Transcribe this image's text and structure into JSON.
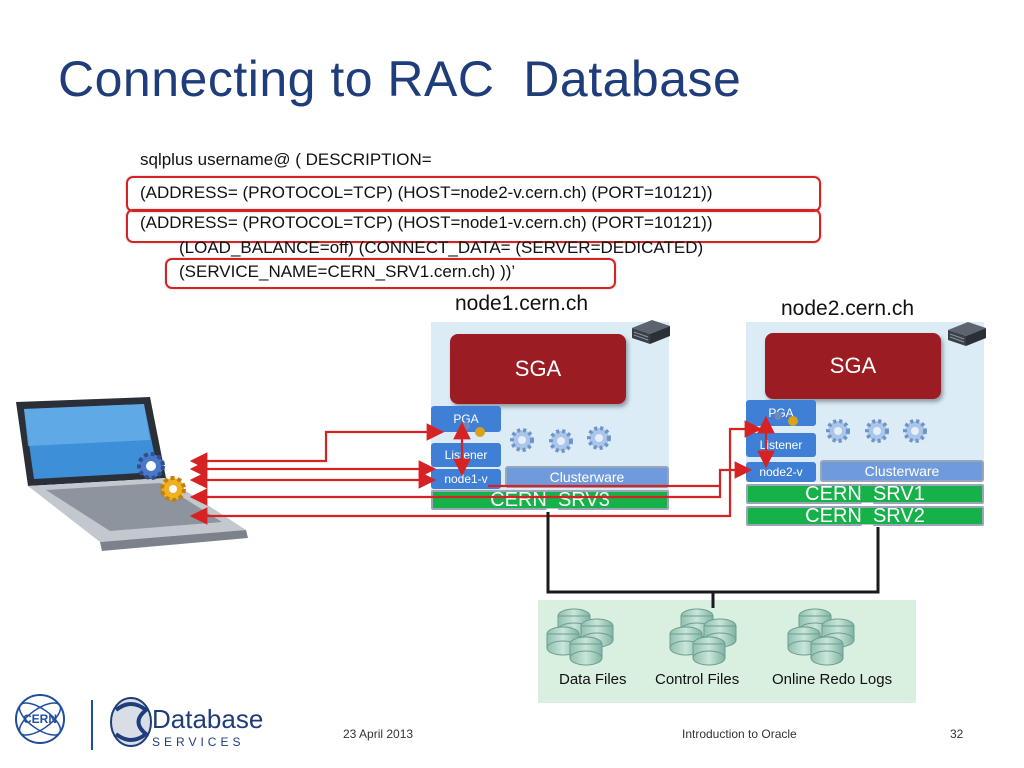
{
  "title": "Connecting to RAC  Database",
  "connect_string": {
    "line1": "sqlplus username@ ( DESCRIPTION=",
    "line2": "(ADDRESS= (PROTOCOL=TCP) (HOST=node2-v.cern.ch) (PORT=10121))",
    "line3": "(ADDRESS= (PROTOCOL=TCP) (HOST=node1-v.cern.ch) (PORT=10121))",
    "line4": "(LOAD_BALANCE=off) (CONNECT_DATA= (SERVER=DEDICATED)",
    "line5": "(SERVICE_NAME=CERN_SRV1.cern.ch) ))’"
  },
  "node1": {
    "name": "node1.cern.ch",
    "sga": "SGA",
    "pga": "PGA",
    "listener": "Listener",
    "vip": "node1-v",
    "clusterware": "Clusterware",
    "services": [
      "CERN_SRV3"
    ]
  },
  "node2": {
    "name": "node2.cern.ch",
    "sga": "SGA",
    "pga": "PGA",
    "listener": "Listener",
    "vip": "node2-v",
    "clusterware": "Clusterware",
    "services": [
      "CERN_SRV1",
      "CERN_SRV2"
    ]
  },
  "storage": {
    "items": [
      "Data Files",
      "Control Files",
      "Online Redo Logs"
    ]
  },
  "footer": {
    "date": "23 April 2013",
    "course": "Introduction to Oracle",
    "page": "32",
    "cern_logo_text": "CERN",
    "db_logo_line1": "Database",
    "db_logo_line2": "SERVICES"
  },
  "colors": {
    "title": "#1f3d7a",
    "highlight": "#d62222",
    "sga": "#9c1c24",
    "service": "#17b14a",
    "box_blue": "#3f7fd6",
    "panel": "#dcecf7",
    "storage_panel": "#d9f0e0"
  },
  "icons": [
    "laptop-icon",
    "gear-icon",
    "server-stack-icon",
    "disk-stack-icon",
    "cern-logo",
    "database-services-logo"
  ]
}
